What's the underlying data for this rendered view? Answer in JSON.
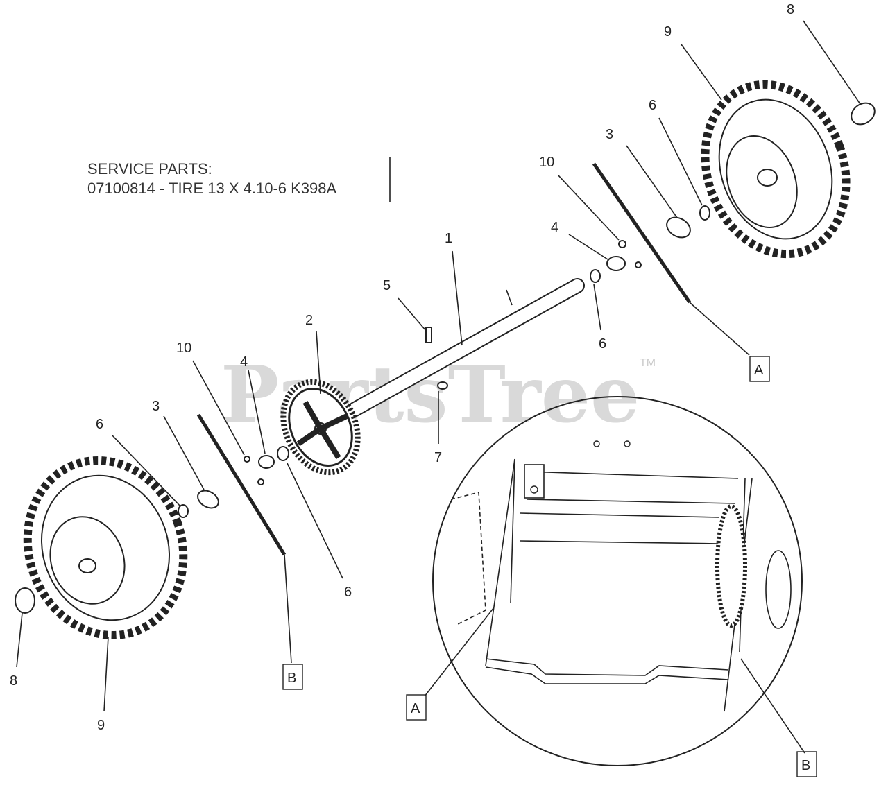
{
  "service": {
    "heading": "SERVICE PARTS:",
    "line": "07100814 - TIRE 13 X 4.10-6 K398A"
  },
  "watermark": {
    "brand": "PartsTree",
    "trademark": "TM"
  },
  "callouts": {
    "c1": "1",
    "c2": "2",
    "c3_right": "3",
    "c3_left": "3",
    "c4_right": "4",
    "c4_left": "4",
    "c5": "5",
    "c6_right_top": "6",
    "c6_right_mid": "6",
    "c6_left_top": "6",
    "c6_left_mid": "6",
    "c7": "7",
    "c8_right": "8",
    "c8_left": "8",
    "c9_right": "9",
    "c9_left": "9",
    "c10_right": "10",
    "c10_left": "10"
  },
  "detail_labels": {
    "a_top": "A",
    "b_mid": "B",
    "a_inset": "A",
    "b_inset": "B"
  },
  "colors": {
    "line": "#222222",
    "watermark": "#d9d9d9"
  }
}
